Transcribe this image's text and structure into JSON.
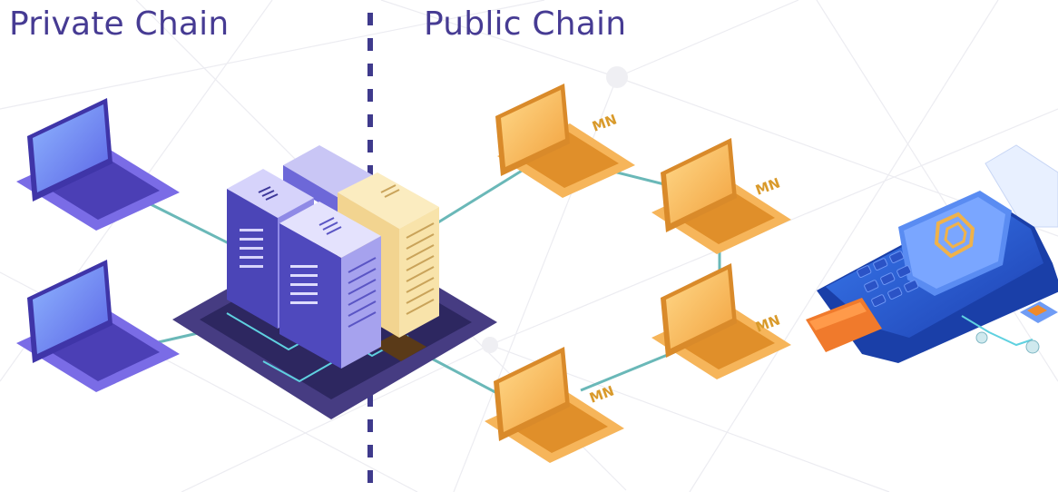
{
  "headings": {
    "private": "Private Chain",
    "public": "Public Chain"
  },
  "node_label": "MN",
  "colors": {
    "heading": "#463b93",
    "divider": "#3f3a8c",
    "link": "#6ab8b8",
    "private_laptop": "#6c5ce0",
    "masternode_laptop": "#f6a746",
    "server": "#5a54c8",
    "terminal": "#1f5fd6"
  },
  "diagram": {
    "private_nodes": [
      "laptop",
      "laptop"
    ],
    "hub": "server-cluster",
    "public_nodes": [
      "masternode-laptop",
      "masternode-laptop",
      "masternode-laptop",
      "masternode-laptop"
    ],
    "endpoint": "payment-terminal"
  }
}
